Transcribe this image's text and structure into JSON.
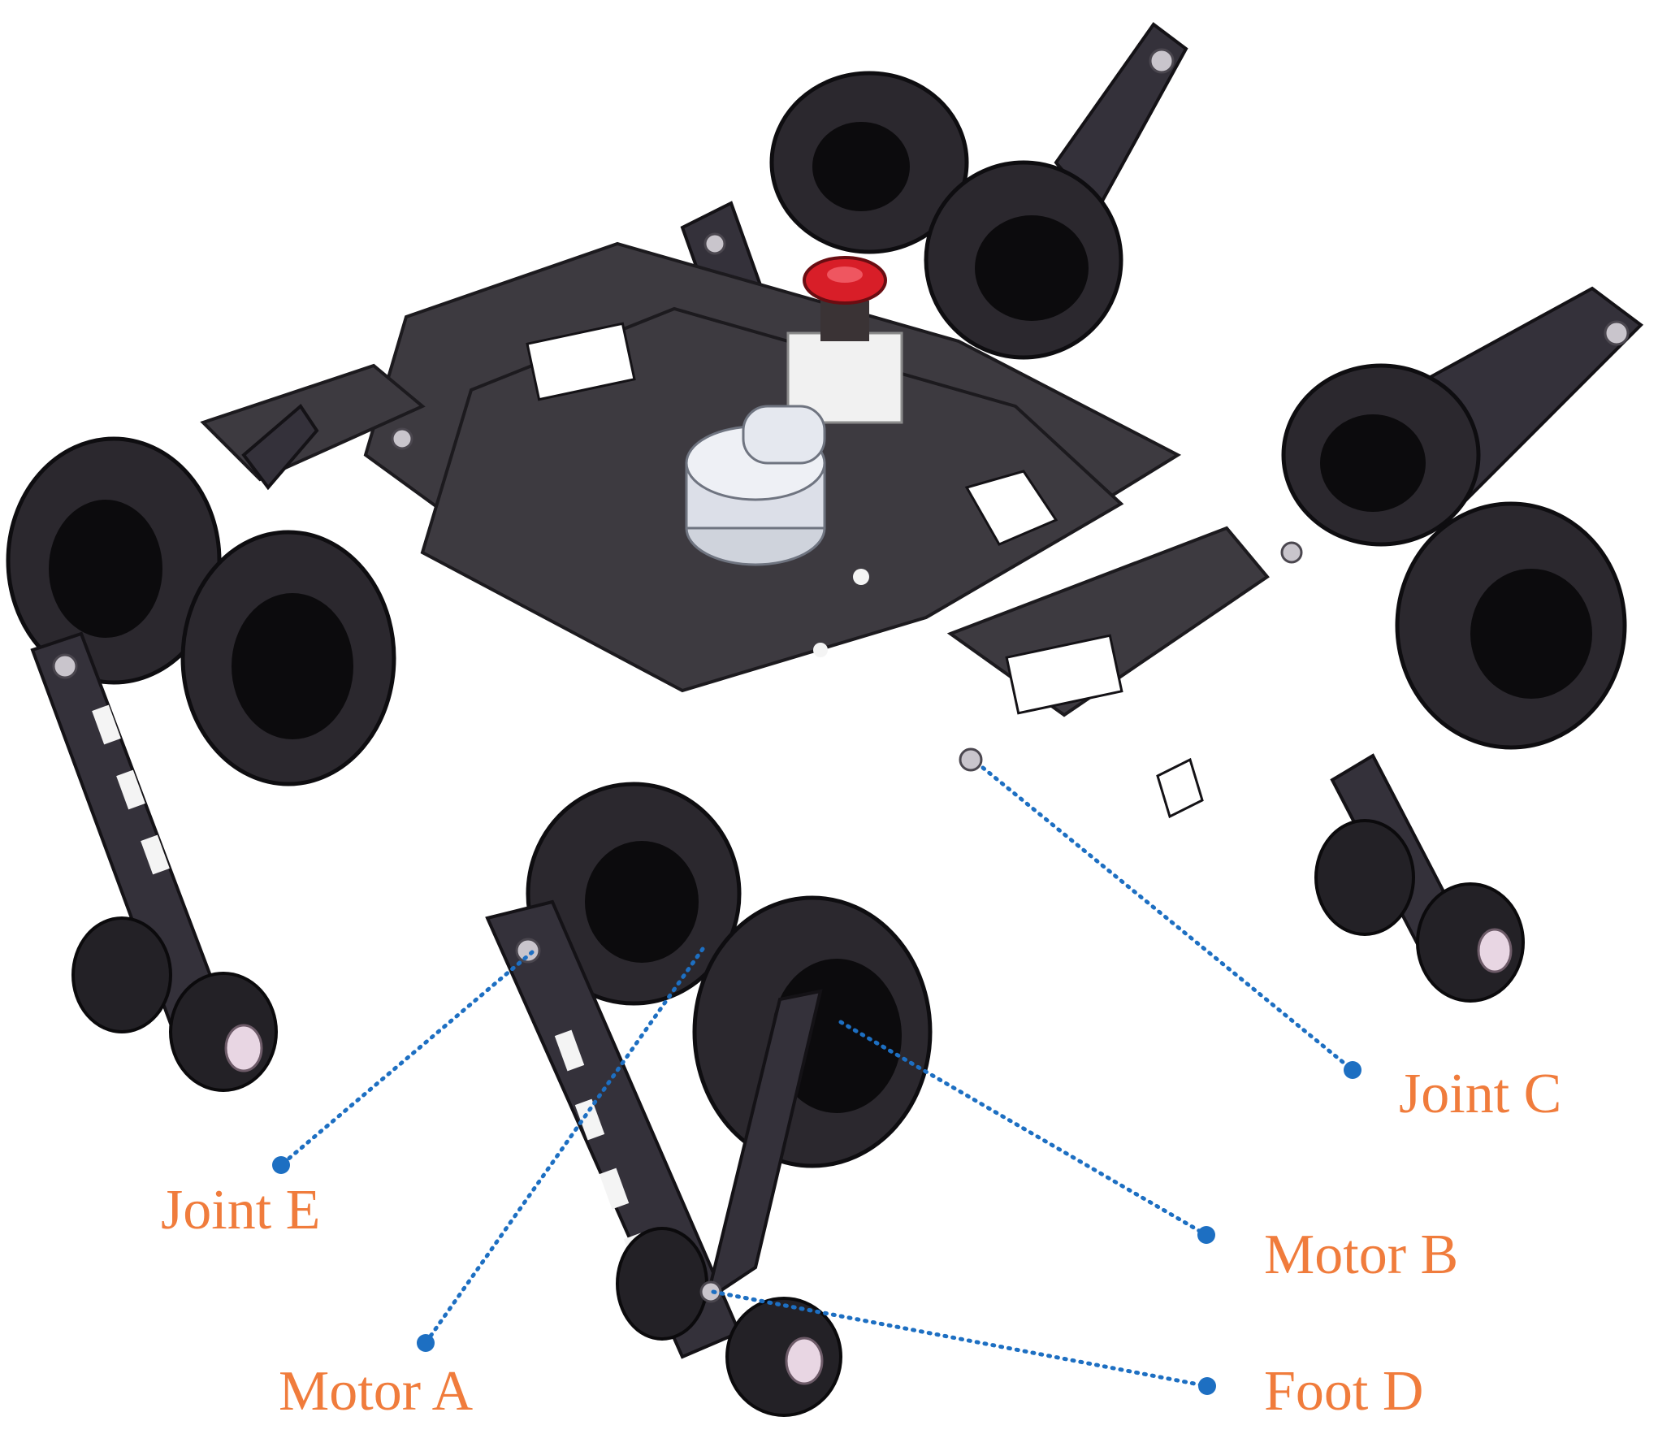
{
  "colors": {
    "label": "#f07c3c",
    "leader_line": "#1d6fc2",
    "chassis": "#3d3a40",
    "motor": "#1a181c",
    "estop": "#d81e28"
  },
  "icons": {
    "emergency_stop": "emergency-stop-button-icon",
    "lidar": "lidar-sensor-icon"
  },
  "callouts": [
    {
      "id": "joint-c",
      "text": "Joint C"
    },
    {
      "id": "joint-e",
      "text": "Joint E"
    },
    {
      "id": "motor-b",
      "text": "Motor B"
    },
    {
      "id": "motor-a",
      "text": "Motor A"
    },
    {
      "id": "foot-d",
      "text": "Foot D"
    }
  ]
}
